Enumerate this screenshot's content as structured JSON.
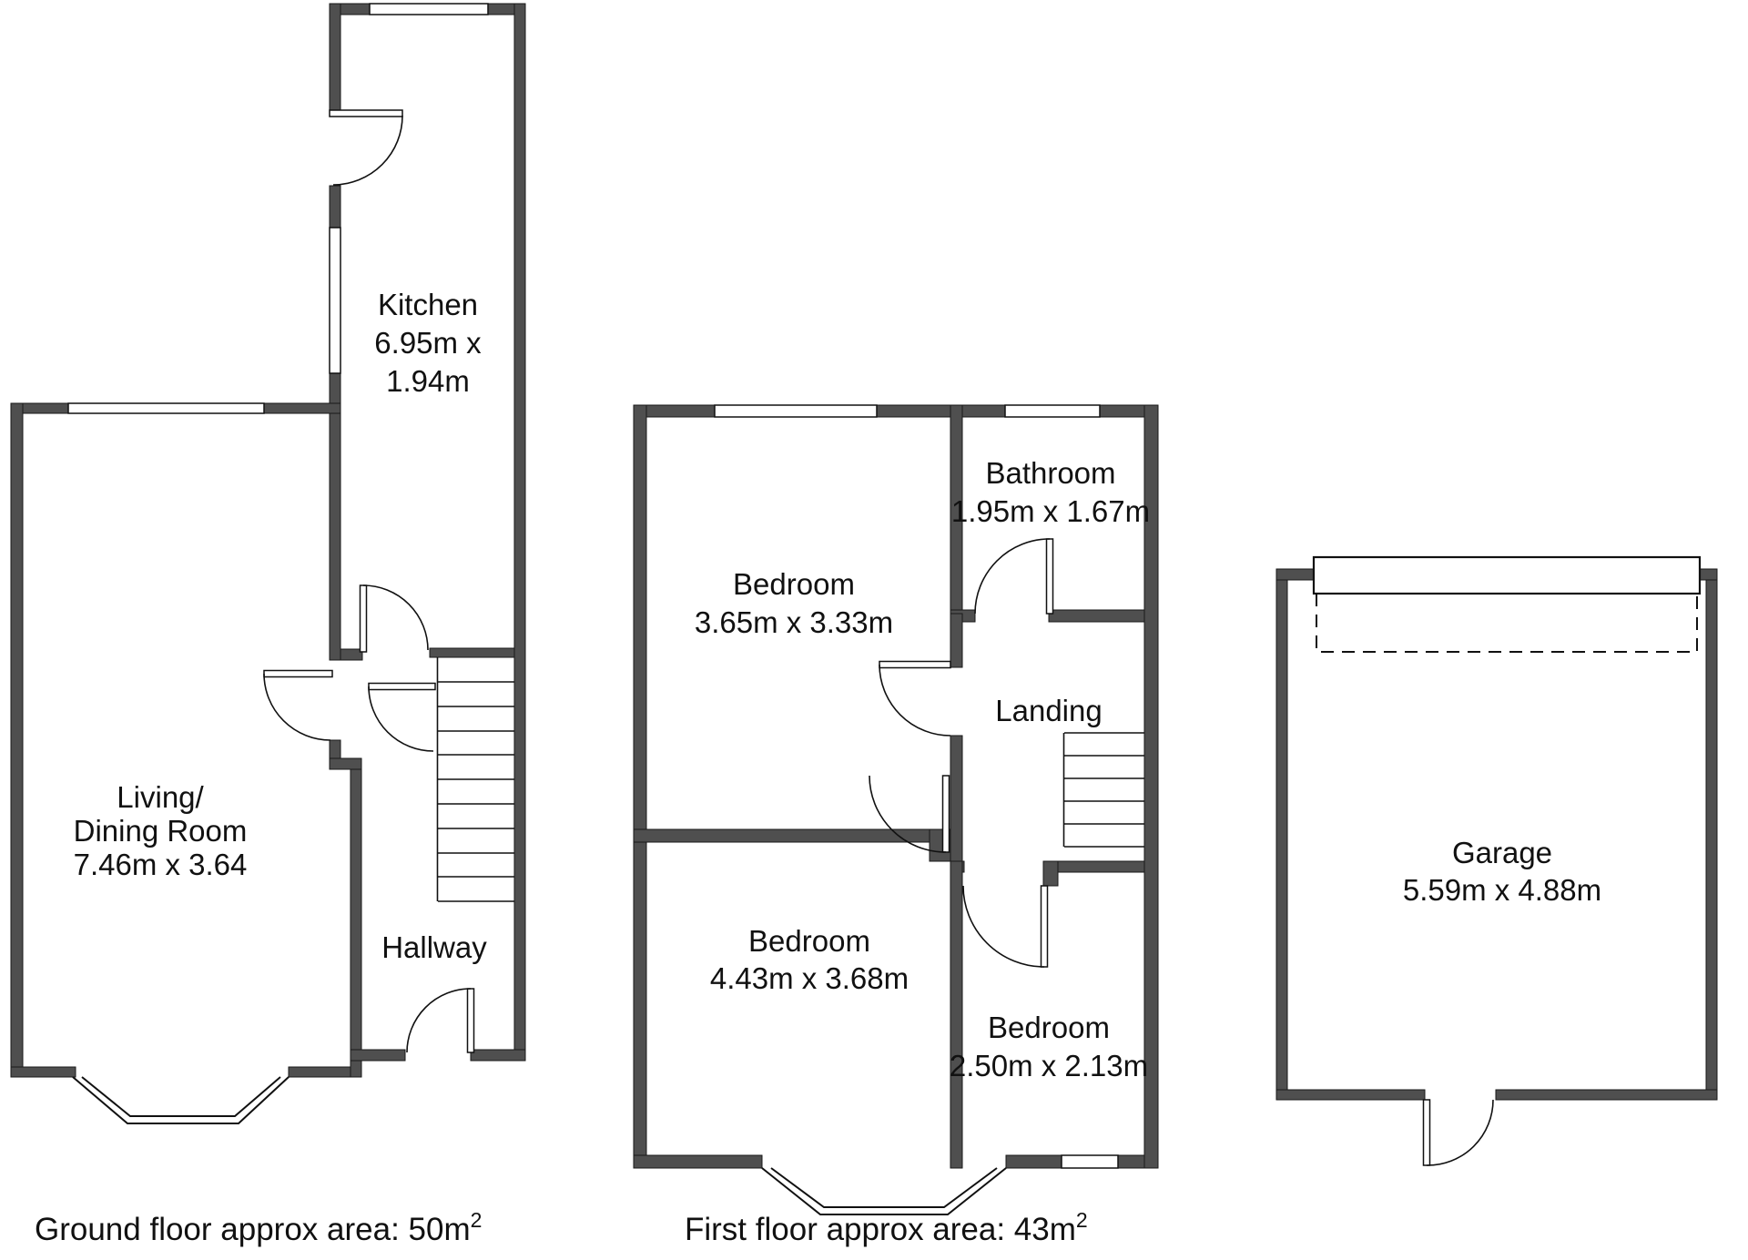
{
  "colors": {
    "wall": "#4f4f4f",
    "line": "#111111",
    "background": "#ffffff"
  },
  "ground_floor": {
    "caption_main": "Ground floor approx area: 50m",
    "caption_sup": "2",
    "kitchen": {
      "name": "Kitchen",
      "dim_line1": "6.95m x",
      "dim_line2": "1.94m"
    },
    "living_dining": {
      "name_line1": "Living/",
      "name_line2": "Dining Room",
      "dims": "7.46m x 3.64"
    },
    "hallway": {
      "name": "Hallway"
    }
  },
  "first_floor": {
    "caption_main": "First floor approx area: 43m",
    "caption_sup": "2",
    "bedroom_front": {
      "name": "Bedroom",
      "dims": "3.65m x 3.33m"
    },
    "bathroom": {
      "name": "Bathroom",
      "dims": "1.95m x 1.67m"
    },
    "landing": {
      "name": "Landing"
    },
    "bedroom_main": {
      "name": "Bedroom",
      "dims": "4.43m x 3.68m"
    },
    "bedroom_small": {
      "name": "Bedroom",
      "dims": "2.50m x 2.13m"
    }
  },
  "garage": {
    "name": "Garage",
    "dims": "5.59m x 4.88m"
  }
}
